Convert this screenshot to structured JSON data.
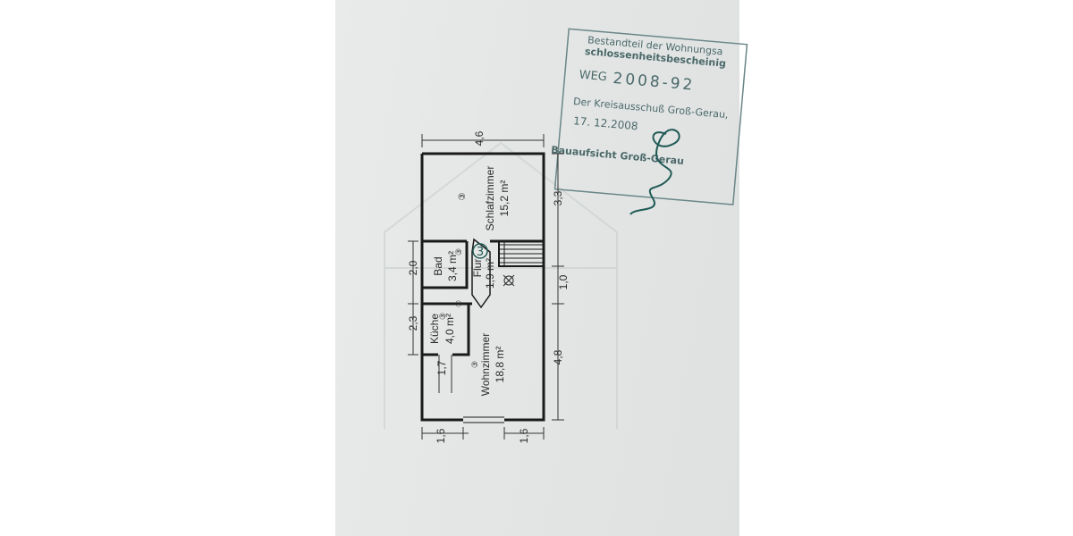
{
  "stamp": {
    "line1": "Bestandteil der Wohnungsa",
    "line2": "schlossenheitsbescheinig",
    "weg_label": "WEG",
    "weg_number": "2008-92",
    "authority": "Der Kreisausschuß Groß-Gerau,",
    "date": "17. 12.2008",
    "footer": "Bauaufsicht Groß-Gerau"
  },
  "rooms": {
    "schlafzimmer": {
      "name": "Schlafzimmer",
      "area": "15,2 m²",
      "mark": "③"
    },
    "bad": {
      "name": "Bad",
      "area": "3,4 m²",
      "mark": "③"
    },
    "flur": {
      "name": "Flur",
      "area": "1,9 m²",
      "mark": "③",
      "handwritten": "3"
    },
    "kueche": {
      "name": "Küche",
      "area": "4,0 m²",
      "mark": "③"
    },
    "wohnzimmer": {
      "name": "Wohnzimmer",
      "area": "18,8 m²",
      "mark": "③"
    }
  },
  "dimensions": {
    "top": "4,6",
    "right_upper": "3,3",
    "right_middle": "1,0",
    "right_lower": "4,8",
    "left_upper": "2,0",
    "left_middle": "2,3",
    "left_lower": "1,7",
    "bottom_left": "1,6",
    "bottom_right": "1,6"
  },
  "colors": {
    "paper": "#e4e6e6",
    "wall": "#1a1a1a",
    "stamp_ink": "#4a6868",
    "handwriting": "#1f5a55"
  }
}
